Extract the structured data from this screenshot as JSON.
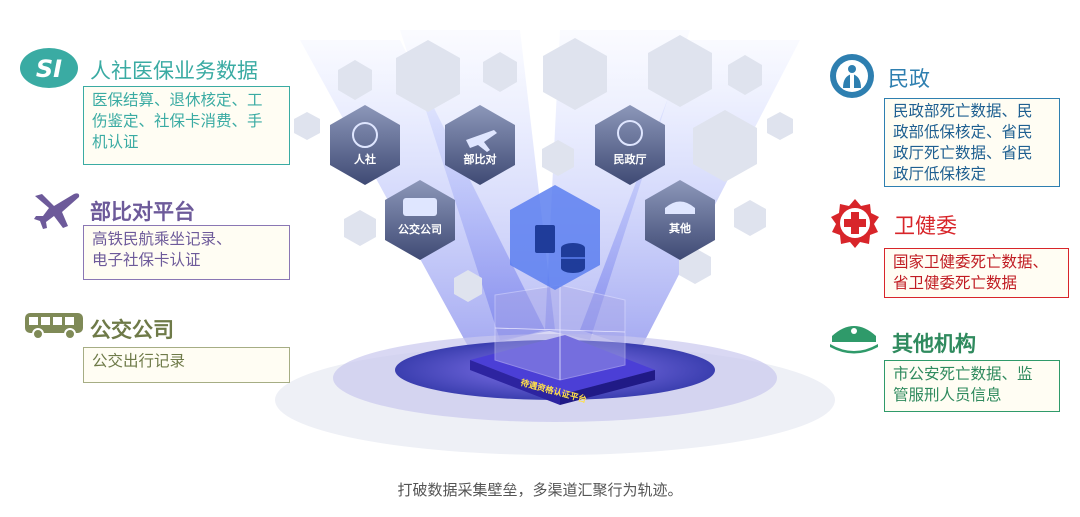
{
  "left": [
    {
      "title": "人社医保业务数据",
      "lines": [
        "医保结算、退休核定、工",
        "伤鉴定、社保卡消费、手",
        "机认证"
      ],
      "color": "#3aaba3",
      "icon": "si-logo-icon"
    },
    {
      "title": "部比对平台",
      "lines": [
        "高铁民航乘坐记录、",
        "电子社保卡认证"
      ],
      "color": "#6d5a9a",
      "icon": "airplane-icon"
    },
    {
      "title": "公交公司",
      "lines": [
        "公交出行记录"
      ],
      "color": "#7f8a57",
      "icon": "bus-icon"
    }
  ],
  "right": [
    {
      "title": "民政",
      "lines": [
        "民政部死亡数据、民",
        "政部低保核定、省民",
        "政厅死亡数据、省民",
        "政厅低保核定"
      ],
      "color": "#2e7fb0",
      "icon": "civil-affairs-icon"
    },
    {
      "title": "卫健委",
      "lines": [
        "国家卫健委死亡数据、",
        "省卫健委死亡数据"
      ],
      "color": "#d8252a",
      "icon": "health-cross-icon"
    },
    {
      "title": "其他机构",
      "lines": [
        "市公安死亡数据、监",
        "管服刑人员信息"
      ],
      "color": "#2f9a6a",
      "icon": "police-cap-icon"
    }
  ],
  "hex_labels": {
    "renshe": "人社",
    "bubidui": "部比对",
    "minzhengting": "民政厅",
    "gongjiao": "公交公司",
    "qita": "其他"
  },
  "platform": "待遇资格认证平台",
  "caption": "打破数据采集壁垒，多渠道汇聚行为轨迹。"
}
